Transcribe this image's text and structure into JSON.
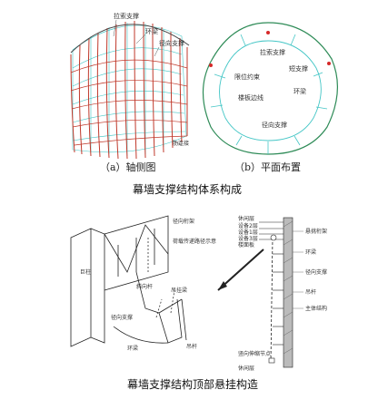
{
  "top": {
    "axon": {
      "labels": {
        "cable": "拉索支撑",
        "ring": "环梁",
        "radial": "径向支撑",
        "connector": "肋连接"
      },
      "caption": "（a）轴侧图"
    },
    "plan": {
      "labels": {
        "cable": "拉索支撑",
        "short": "短支撑",
        "limit": "限位约束",
        "ring": "环梁",
        "slab_edge": "楼板边线",
        "radial": "径向支撑"
      },
      "caption": "（b）平面布置"
    },
    "title": "幕墙支撑结构体系构成"
  },
  "bottom": {
    "left_labels": {
      "radial_frame": "径向桁架",
      "load_path": "荷载传递路径示意",
      "column": "巨柱",
      "slope_bar": "斜向杆",
      "hanger": "吊挂梁",
      "radial_support": "径向支撑",
      "ring": "环梁",
      "rod": "吊杆"
    },
    "right_labels": {
      "hatch": "休闲层",
      "equip2": "设备2层",
      "equip1": "设备1层",
      "equip3": "设备3层",
      "floor": "楼面板",
      "hang_truss": "悬挑桁架",
      "ring": "环梁",
      "radial": "径向支撑",
      "rod": "吊杆",
      "main": "主体结构",
      "slide": "竖向伸缩节点",
      "bottom": "休闲层"
    },
    "title": "幕墙支撑结构顶部悬挂构造"
  },
  "colors": {
    "red_rib": "#c0392b",
    "cyan": "#44c6c6",
    "green": "#2e8b57",
    "dot": "#d62828"
  }
}
